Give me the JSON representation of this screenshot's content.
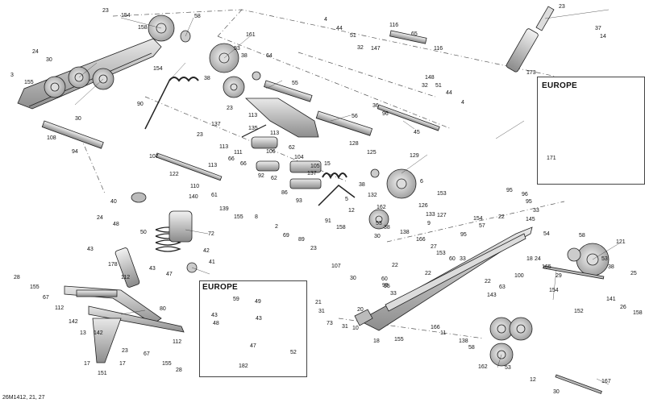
{
  "figure": {
    "reference_code": "26M1412, 21, 27",
    "inset_titles": {
      "europe_shock_top": "EUROPE",
      "europe_shock_bottom": "EUROPE"
    }
  },
  "callouts": {
    "c_23_a": "23",
    "c_154_a": "154",
    "c_158_a": "158",
    "c_58_a": "58",
    "c_24_a": "24",
    "c_30_a": "30",
    "c_3": "3",
    "c_155_a": "155",
    "c_154_b": "154",
    "c_90": "90",
    "c_30_b": "30",
    "c_108": "108",
    "c_94": "94",
    "c_161": "161",
    "c_53_a": "53",
    "c_38_a": "38",
    "c_64": "64",
    "c_38_b": "38",
    "c_55": "55",
    "c_23_b": "23",
    "c_135": "135",
    "c_137_a": "137",
    "c_113_a": "113",
    "c_113_b": "113",
    "c_23_c": "23",
    "c_113_c": "113",
    "c_4_a": "4",
    "c_44_a": "44",
    "c_51_a": "51",
    "c_32_a": "32",
    "c_116_a": "116",
    "c_147": "147",
    "c_65": "65",
    "c_116_b": "116",
    "c_148": "148",
    "c_32_b": "32",
    "c_51_b": "51",
    "c_44_b": "44",
    "c_36": "36",
    "c_96_a": "96",
    "c_4_b": "4",
    "c_56": "56",
    "c_45": "45",
    "c_23_d": "23",
    "c_37_a": "37",
    "c_14": "14",
    "c_173": "173",
    "c_171": "171",
    "c_107_a": "107",
    "c_122": "122",
    "c_110": "110",
    "c_111": "111",
    "c_66_a": "66",
    "c_66_b": "66",
    "c_113_d": "113",
    "c_106": "106",
    "c_62_a": "62",
    "c_104": "104",
    "c_92": "92",
    "c_62_b": "62",
    "c_105": "105",
    "c_137_b": "137",
    "c_15": "15",
    "c_128": "128",
    "c_125": "125",
    "c_129": "129",
    "c_140": "140",
    "c_61": "61",
    "c_139": "139",
    "c_155_b": "155",
    "c_8": "8",
    "c_86": "86",
    "c_93": "93",
    "c_38_c": "38",
    "c_132": "132",
    "c_126": "126",
    "c_6": "6",
    "c_153_a": "153",
    "c_127": "127",
    "c_133": "133",
    "c_9": "9",
    "c_5": "5",
    "c_40": "40",
    "c_24_b": "24",
    "c_48_a": "48",
    "c_43_a": "43",
    "c_50": "50",
    "c_72": "72",
    "c_42": "42",
    "c_41": "41",
    "c_178": "178",
    "c_43_b": "43",
    "c_47_a": "47",
    "c_28_a": "28",
    "c_155_c": "155",
    "c_112_a": "112",
    "c_67_a": "67",
    "c_112_b": "112",
    "c_142_a": "142",
    "c_142_b": "142",
    "c_80": "80",
    "c_13": "13",
    "c_23_e": "23",
    "c_112_c": "112",
    "c_67_b": "67",
    "c_17_a": "17",
    "c_151": "151",
    "c_17_b": "17",
    "c_155_d": "155",
    "c_28_b": "28",
    "c_59": "59",
    "c_43_c": "43",
    "c_48_b": "48",
    "c_43_d": "43",
    "c_49": "49",
    "c_47_b": "47",
    "c_182": "182",
    "c_52": "52",
    "c_2": "2",
    "c_69": "69",
    "c_91": "91",
    "c_89": "89",
    "c_23_f": "23",
    "c_12_a": "12",
    "c_158_b": "158",
    "c_162_a": "162",
    "c_53_b": "53",
    "c_38_d": "38",
    "c_30_c": "30",
    "c_138_a": "138",
    "c_166_a": "166",
    "c_27": "27",
    "c_153_b": "153",
    "c_22_a": "22",
    "c_107_b": "107",
    "c_30_d": "30",
    "c_95_a": "95",
    "c_22_b": "22",
    "c_60_a": "60",
    "c_95_b": "95",
    "c_33_a": "33",
    "c_95_c": "95",
    "c_96_b": "96",
    "c_95_d": "95",
    "c_33_b": "33",
    "c_154_c": "154",
    "c_57": "57",
    "c_22_c": "22",
    "c_145": "145",
    "c_95_e": "95",
    "c_60_b": "60",
    "c_33_c": "33",
    "c_100": "100",
    "c_22_d": "22",
    "c_63": "63",
    "c_143": "143",
    "c_21": "21",
    "c_31_a": "31",
    "c_73": "73",
    "c_31_b": "31",
    "c_10": "10",
    "c_20": "20",
    "c_18_a": "18",
    "c_155_e": "155",
    "c_166_b": "166",
    "c_11": "11",
    "c_138_b": "138",
    "c_58_b": "58",
    "c_162_b": "162",
    "c_53_c": "53",
    "c_12_b": "12",
    "c_30_e": "30",
    "c_167": "167",
    "c_54": "54",
    "c_58_c": "58",
    "c_18_b": "18",
    "c_24_c": "24",
    "c_165": "165",
    "c_29": "29",
    "c_121": "121",
    "c_53_d": "53",
    "c_38_e": "38",
    "c_25": "25",
    "c_154_d": "154",
    "c_141": "141",
    "c_26": "26",
    "c_158_c": "158",
    "c_152": "152"
  }
}
